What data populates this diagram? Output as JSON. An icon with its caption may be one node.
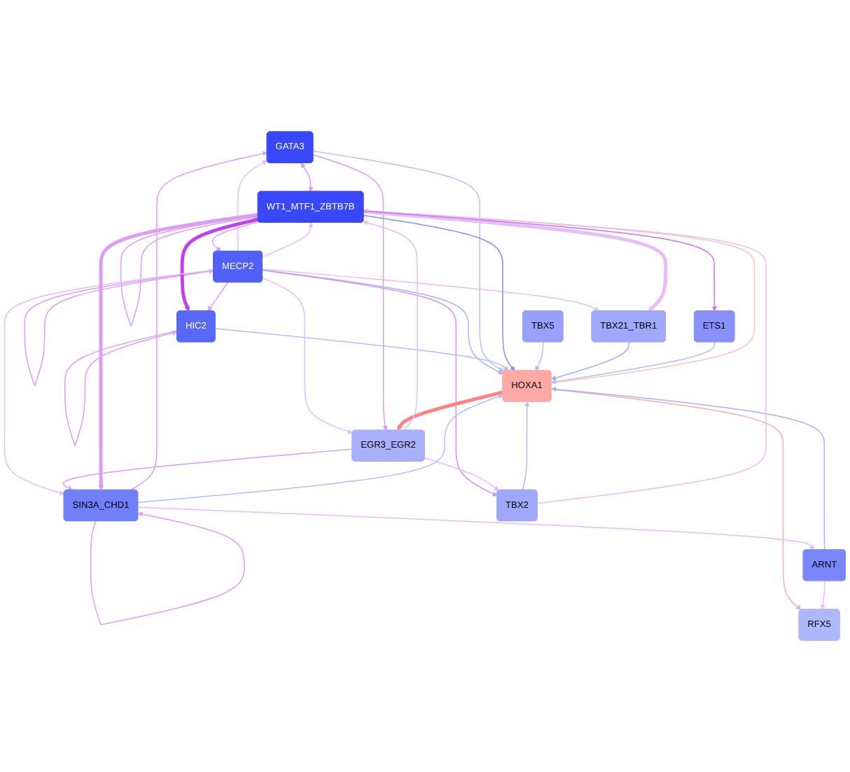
{
  "diagram": {
    "nodes": [
      {
        "text": [
          "GATA3"
        ]
      },
      {
        "text": [
          "WT1_MTF1_ZBTB7B"
        ]
      },
      {
        "text": [
          "MECP2"
        ]
      },
      {
        "text": [
          "RFX5"
        ]
      },
      {
        "text": [
          "HIC2"
        ]
      },
      {
        "text": [
          "EGR3_EGR2"
        ]
      },
      {
        "text": [
          "HOXA1"
        ]
      },
      {
        "text": [
          "SIN3A_CHD1"
        ]
      },
      {
        "text": [
          "TBX5"
        ]
      },
      {
        "text": [
          "ETS1"
        ]
      },
      {
        "text": [
          "ARNT"
        ]
      },
      {
        "text": [
          "TBX21_TBR1"
        ]
      },
      {
        "text": [
          "TBX2"
        ]
      }
    ],
    "edges": [
      {
        "from": 0,
        "to": 1,
        "arrow": "both",
        "color": "#dc9cf4"
      },
      {
        "from": 1,
        "to": 1,
        "arrow": "to",
        "color": "#dc9cf4"
      },
      {
        "from": 2,
        "to": 2,
        "arrow": "to",
        "color": "#dc9cf4"
      },
      {
        "from": 4,
        "to": 4,
        "arrow": "to",
        "color": "#dc9cf4"
      },
      {
        "from": 7,
        "to": 7,
        "arrow": "to",
        "color": "#dc9cf4"
      },
      {
        "from": 2,
        "to": 0,
        "arrow": "to"
      },
      {
        "from": 2,
        "to": 1,
        "arrow": "to"
      },
      {
        "from": 1,
        "to": 2,
        "arrow": "to",
        "color": "#dc9cf4"
      },
      {
        "from": 1,
        "to": 4,
        "arrow": "to",
        "style": "thick",
        "color": "#c040f0"
      },
      {
        "from": 2,
        "to": 4,
        "arrow": "to",
        "color": "#dc9cf4"
      },
      {
        "from": 2,
        "to": 7,
        "arrow": "to"
      },
      {
        "from": 2,
        "to": 6,
        "arrow": "to",
        "color": "#a8b0f8"
      },
      {
        "from": 2,
        "to": 11,
        "arrow": "to"
      },
      {
        "from": 2,
        "to": 12,
        "arrow": "to",
        "color": "#d890f0"
      },
      {
        "from": 2,
        "to": 5,
        "arrow": "to"
      },
      {
        "from": 0,
        "to": 6,
        "arrow": "to",
        "color": "#b4bcfa"
      },
      {
        "from": 0,
        "to": 5,
        "arrow": "to",
        "color": "#dc9cf4"
      },
      {
        "from": 7,
        "to": 0,
        "arrow": "to",
        "color": "#dc9cf4"
      },
      {
        "from": 4,
        "to": 6,
        "arrow": "to",
        "color": "#b4bcfa"
      },
      {
        "from": 1,
        "to": 6,
        "arrow": "to",
        "color": "#8090f8"
      },
      {
        "from": 6,
        "to": 1,
        "arrow": "to",
        "color": "#ffc0c0"
      },
      {
        "from": 6,
        "to": 3,
        "arrow": "to",
        "color": "#ffaaaa"
      },
      {
        "from": 6,
        "to": 5,
        "arrow": "to",
        "style": "thick",
        "color": "#ff8080"
      },
      {
        "from": 5,
        "to": 1,
        "arrow": "to"
      },
      {
        "from": 5,
        "to": 7,
        "arrow": "to",
        "color": "#dc9cf4"
      },
      {
        "from": 5,
        "to": 12,
        "arrow": "to"
      },
      {
        "from": 10,
        "to": 3,
        "arrow": "to"
      },
      {
        "from": 10,
        "to": 6,
        "arrow": "to",
        "color": "#a8b0f8"
      },
      {
        "from": 8,
        "to": 6,
        "arrow": "to",
        "color": "#b4bcfa"
      },
      {
        "from": 12,
        "to": 6,
        "arrow": "to",
        "color": "#b4bcfa"
      },
      {
        "from": 12,
        "to": 1,
        "arrow": "to"
      },
      {
        "from": 11,
        "to": 6,
        "arrow": "to",
        "color": "#a0a8f8"
      },
      {
        "from": 1,
        "to": 11,
        "arrow": "to",
        "style": "thick"
      },
      {
        "from": 1,
        "to": 9,
        "arrow": "to",
        "color": "#d070f0"
      },
      {
        "from": 9,
        "to": 6,
        "arrow": "to",
        "color": "#b4bcfa"
      },
      {
        "from": 7,
        "to": 6,
        "arrow": "to",
        "color": "#b4bcfa"
      },
      {
        "from": 7,
        "to": 10,
        "arrow": "to"
      },
      {
        "from": 1,
        "to": 7,
        "arrow": "to",
        "style": "thick",
        "color": "#dc9cf4"
      }
    ]
  }
}
